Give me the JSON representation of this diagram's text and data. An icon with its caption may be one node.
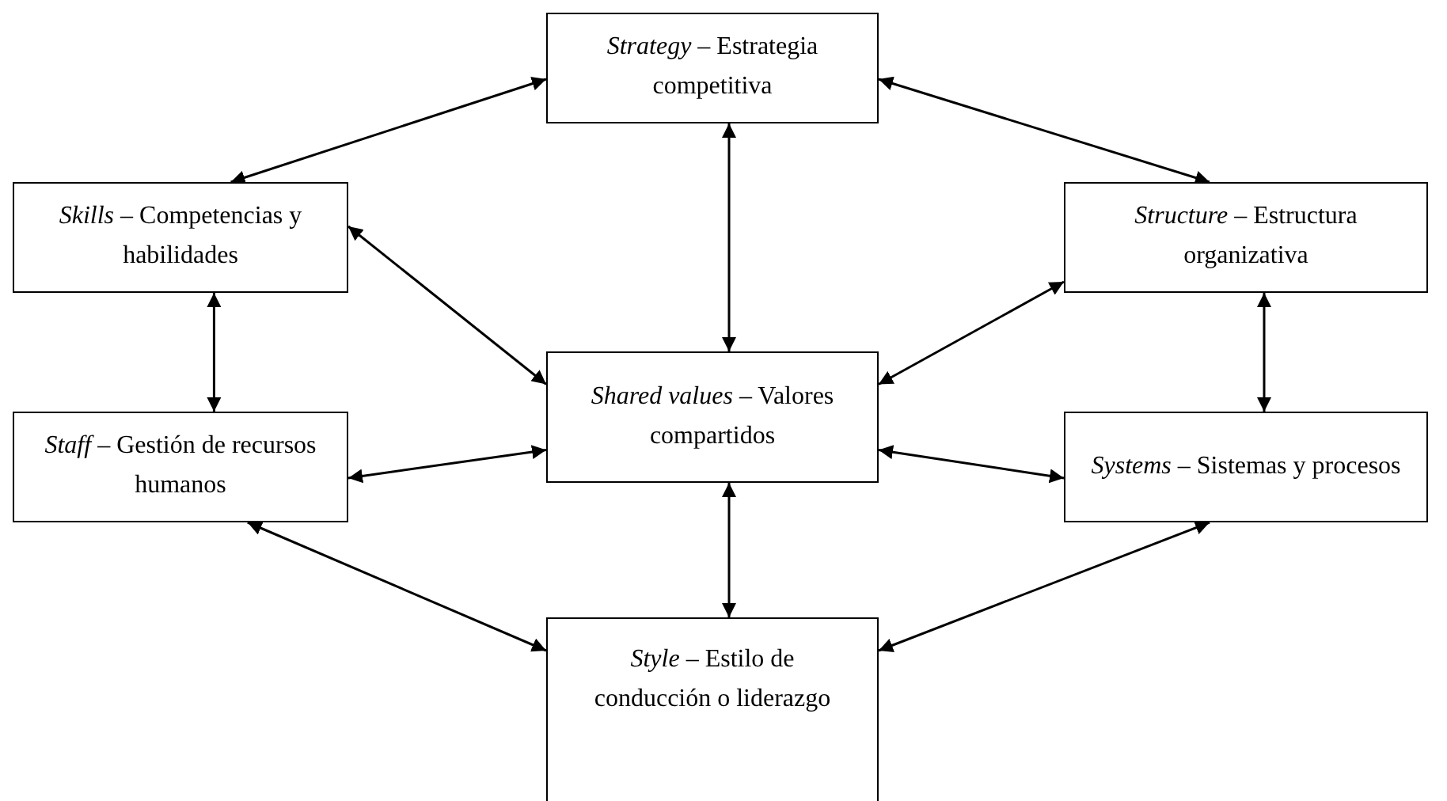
{
  "diagram": {
    "nodes": [
      {
        "text": [
          "*Strategy* – Estrategia competitiva"
        ]
      },
      {
        "text": [
          "*Skills* – Competencias y habilidades"
        ]
      },
      {
        "text": [
          "*Structure* – Estructura organizativa"
        ]
      },
      {
        "text": [
          "*Shared values* – Valores compartidos"
        ]
      },
      {
        "text": [
          "*Staff* – Gestión de recursos humanos"
        ]
      },
      {
        "text": [
          "*Systems* – Sistemas y procesos"
        ]
      },
      {
        "text": [
          "*Style* – Estilo de conducción o liderazgo"
        ]
      }
    ],
    "edges": [
      {
        "from": 0,
        "to": 1,
        "arrow": "both"
      },
      {
        "from": 0,
        "to": 2,
        "arrow": "both"
      },
      {
        "from": 0,
        "to": 3,
        "arrow": "both"
      },
      {
        "from": 1,
        "to": 3,
        "arrow": "both"
      },
      {
        "from": 2,
        "to": 3,
        "arrow": "both"
      },
      {
        "from": 1,
        "to": 4,
        "arrow": "both"
      },
      {
        "from": 2,
        "to": 5,
        "arrow": "both"
      },
      {
        "from": 3,
        "to": 4,
        "arrow": "both"
      },
      {
        "from": 3,
        "to": 5,
        "arrow": "both"
      },
      {
        "from": 3,
        "to": 6,
        "arrow": "both"
      },
      {
        "from": 4,
        "to": 6,
        "arrow": "both"
      },
      {
        "from": 6,
        "to": 5,
        "arrow": "both"
      }
    ]
  }
}
